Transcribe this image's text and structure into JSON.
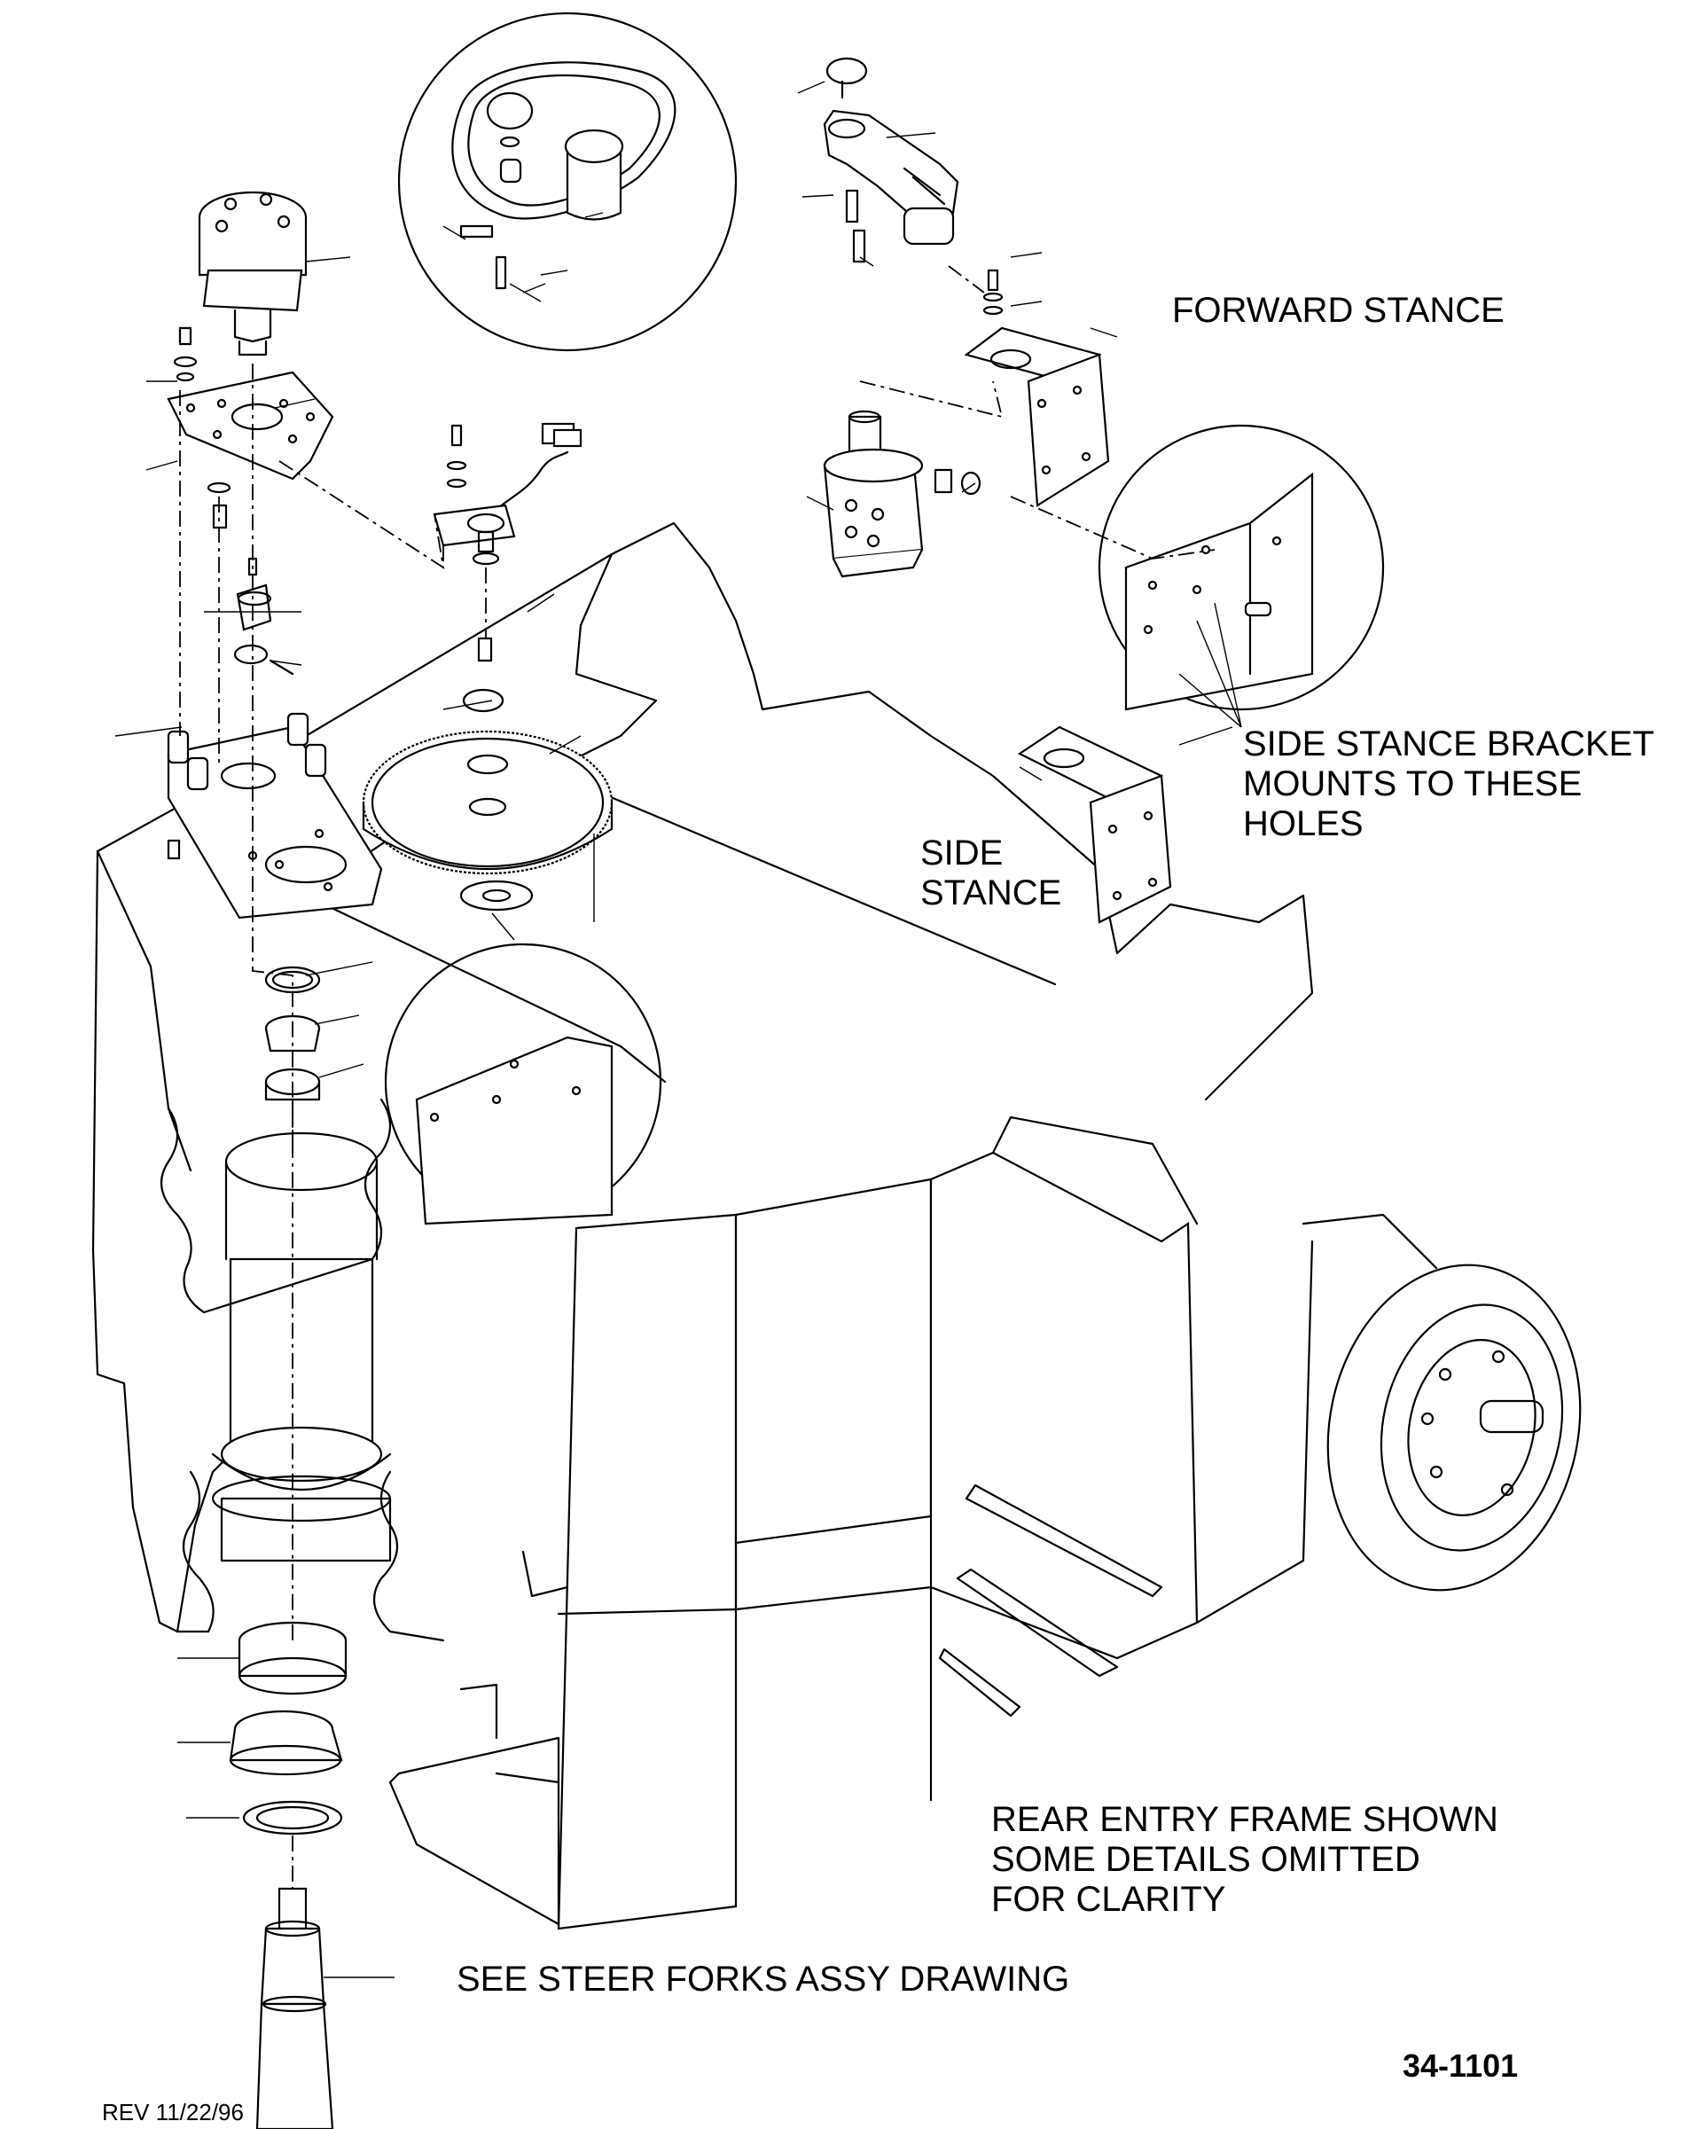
{
  "labels": {
    "forward_stance": "FORWARD STANCE",
    "side_stance_bracket": "SIDE STANCE BRACKET\nMOUNTS TO THESE\nHOLES",
    "side_stance": "SIDE\nSTANCE",
    "rear_entry_note": "REAR ENTRY FRAME SHOWN\nSOME DETAILS OMITTED\nFOR CLARITY",
    "steer_forks_note": "SEE STEER FORKS ASSY DRAWING",
    "drawing_number": "34-1101",
    "revision": "REV 11/22/96"
  }
}
